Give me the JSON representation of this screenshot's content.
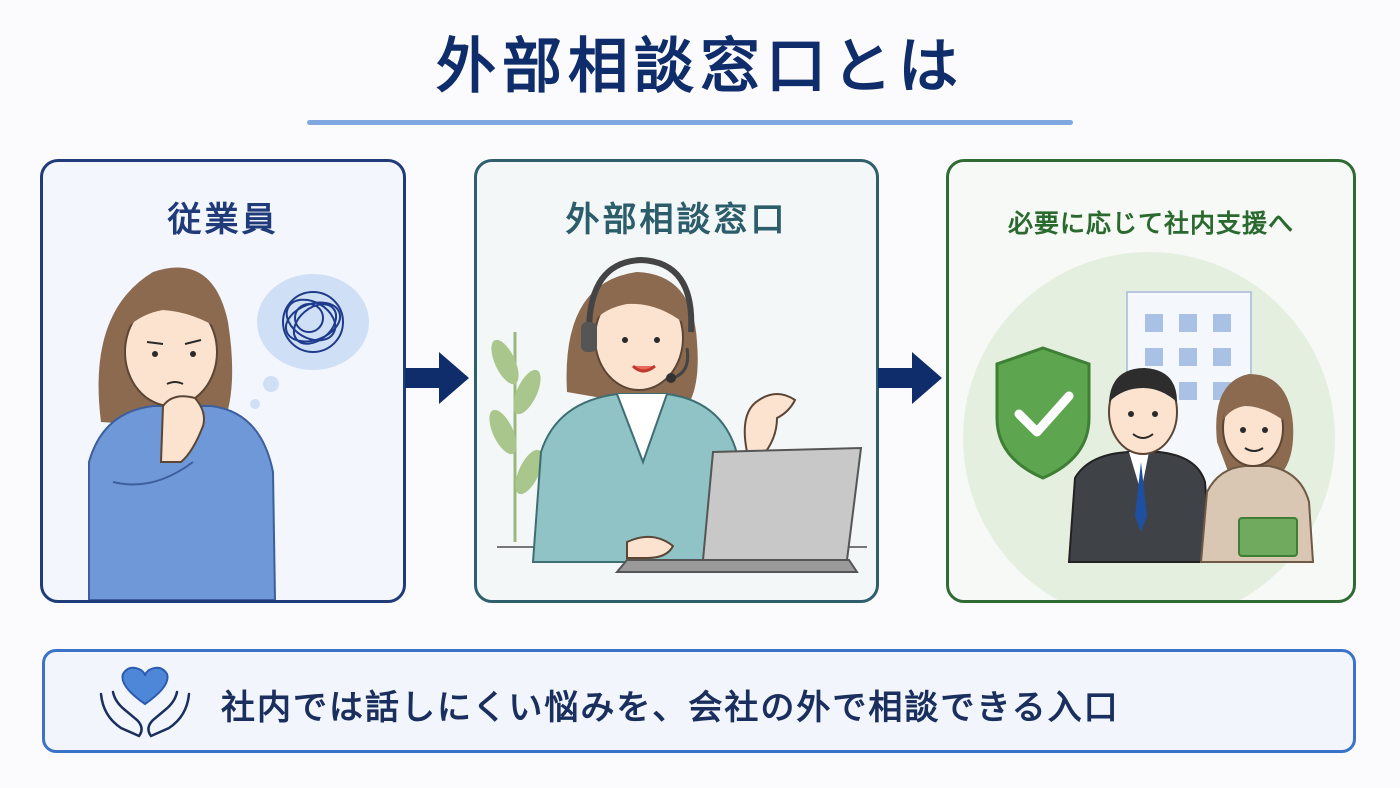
{
  "title": "外部相談窓口とは",
  "panels": [
    {
      "heading": "従業員"
    },
    {
      "heading": "外部相談窓口"
    },
    {
      "heading": "必要に応じて社内支援へ"
    }
  ],
  "footer": {
    "text": "社内では話しにくい悩みを、会社の外で相談できる入口"
  },
  "colors": {
    "navy": "#0f2d6b",
    "panel1_border": "#1f3b7a",
    "panel2_border": "#2f5f6d",
    "panel3_border": "#2f6b33",
    "footer_border": "#3b73c9"
  },
  "icons": [
    "worried-employee-illustration",
    "tangled-thought-icon",
    "headset-counselor-illustration",
    "arrow-right-icon",
    "shield-check-icon",
    "office-building-icon",
    "heart-hands-icon"
  ]
}
